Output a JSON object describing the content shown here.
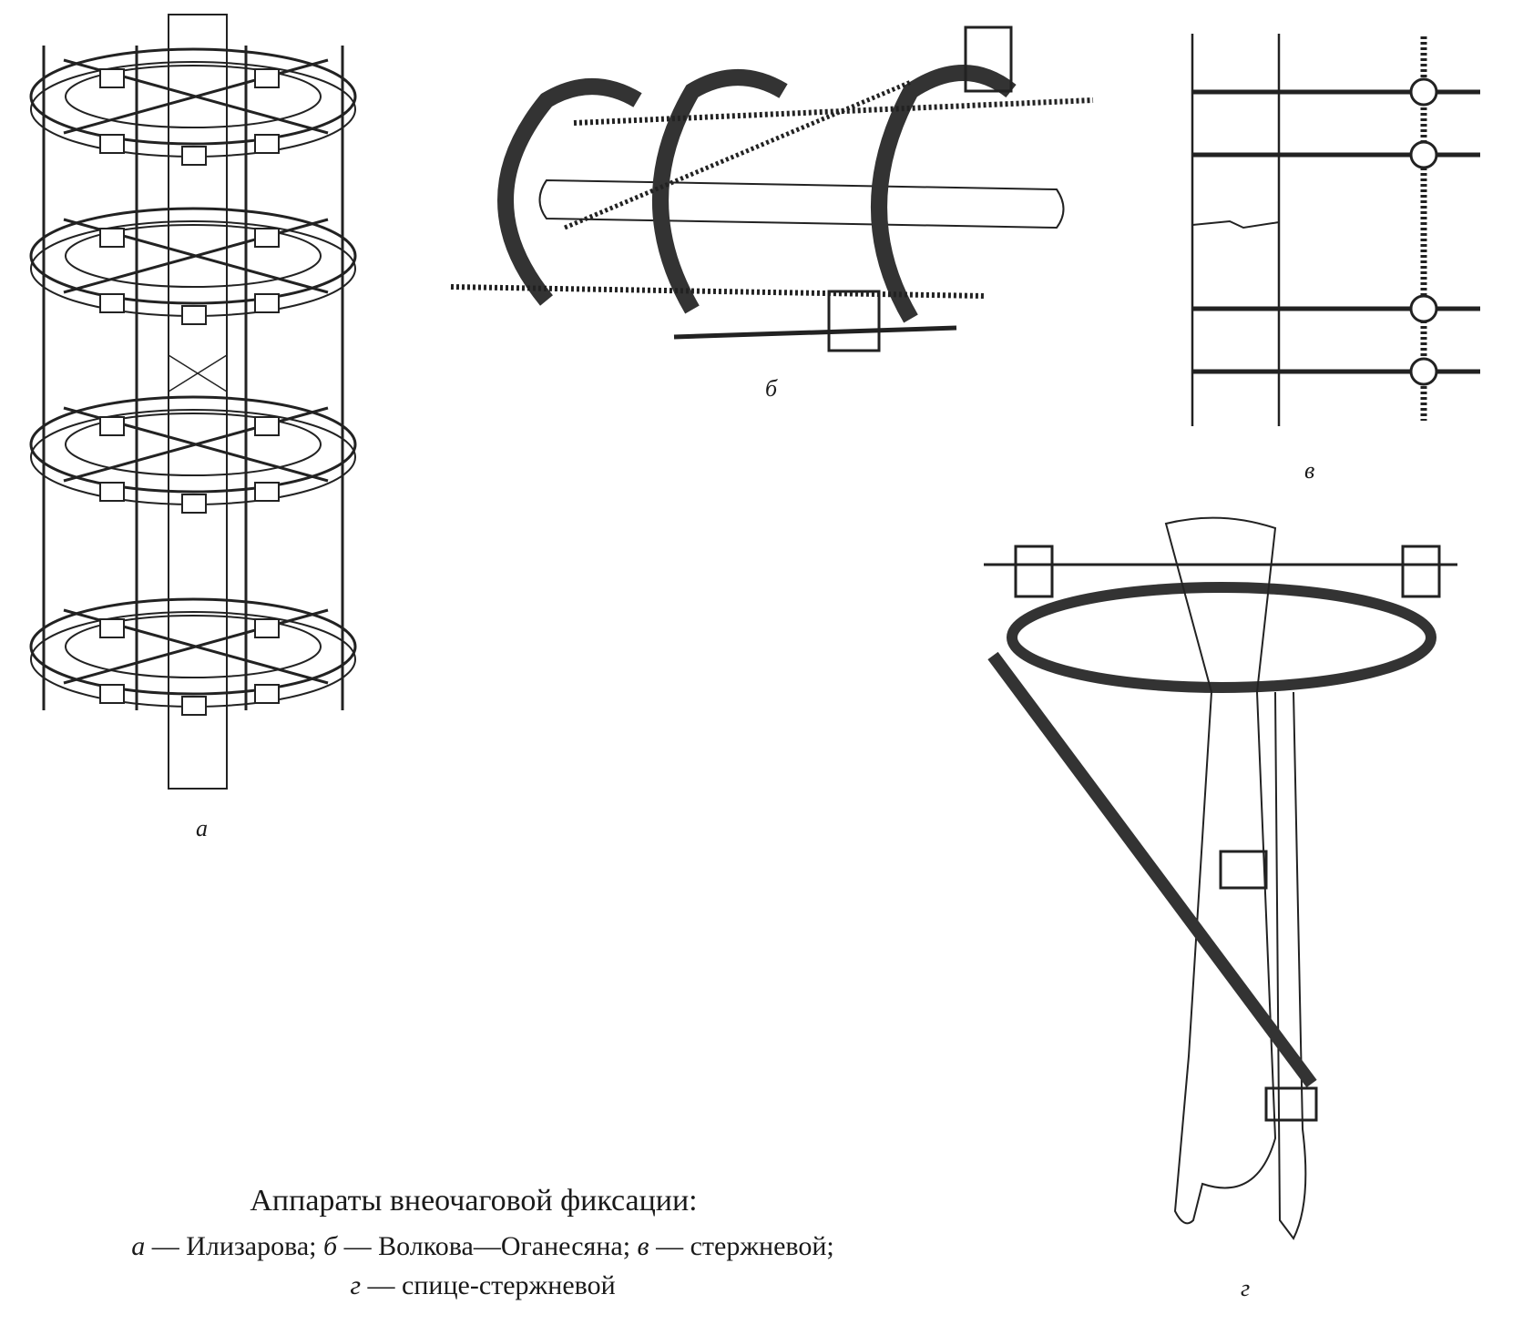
{
  "figure_labels": {
    "a": "а",
    "b": "б",
    "v": "в",
    "g": "г"
  },
  "caption": {
    "title": "Аппараты внеочаговой фиксации:",
    "items": [
      {
        "letter": "а",
        "text": "— Илизарова;"
      },
      {
        "letter": "б",
        "text": "— Волкова—Оганесяна;"
      },
      {
        "letter": "в",
        "text": "— стержневой;"
      },
      {
        "letter": "г",
        "text": "— спице-стержневой"
      }
    ]
  }
}
